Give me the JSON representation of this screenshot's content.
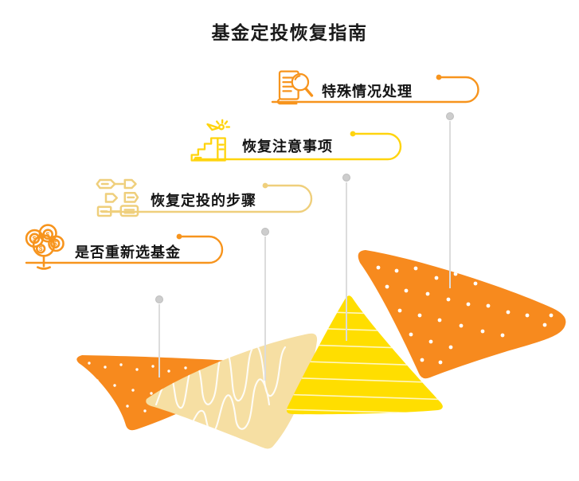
{
  "title": "基金定投恢复指南",
  "colors": {
    "orange": "#F7941D",
    "yellow": "#FFD40E",
    "gold": "#EFCF7C",
    "mountain_orange": "#F78A1E",
    "mountain_yellow": "#FFDE00",
    "mountain_cream": "#F6DFA3",
    "connector_gray": "#DCDCDC",
    "dot_gray": "#CDCDCD",
    "title_black": "#1A1A1A",
    "white": "#FFFFFF"
  },
  "items": [
    {
      "label": "特殊情况处理",
      "icon": "document-search-icon",
      "accent": "orange"
    },
    {
      "label": "恢复注意事项",
      "icon": "stairs-flag-icon",
      "accent": "yellow"
    },
    {
      "label": "恢复定投的步骤",
      "icon": "flowchart-steps-icon",
      "accent": "gold"
    },
    {
      "label": "是否重新选基金",
      "icon": "money-tree-icon",
      "accent": "orange"
    }
  ]
}
